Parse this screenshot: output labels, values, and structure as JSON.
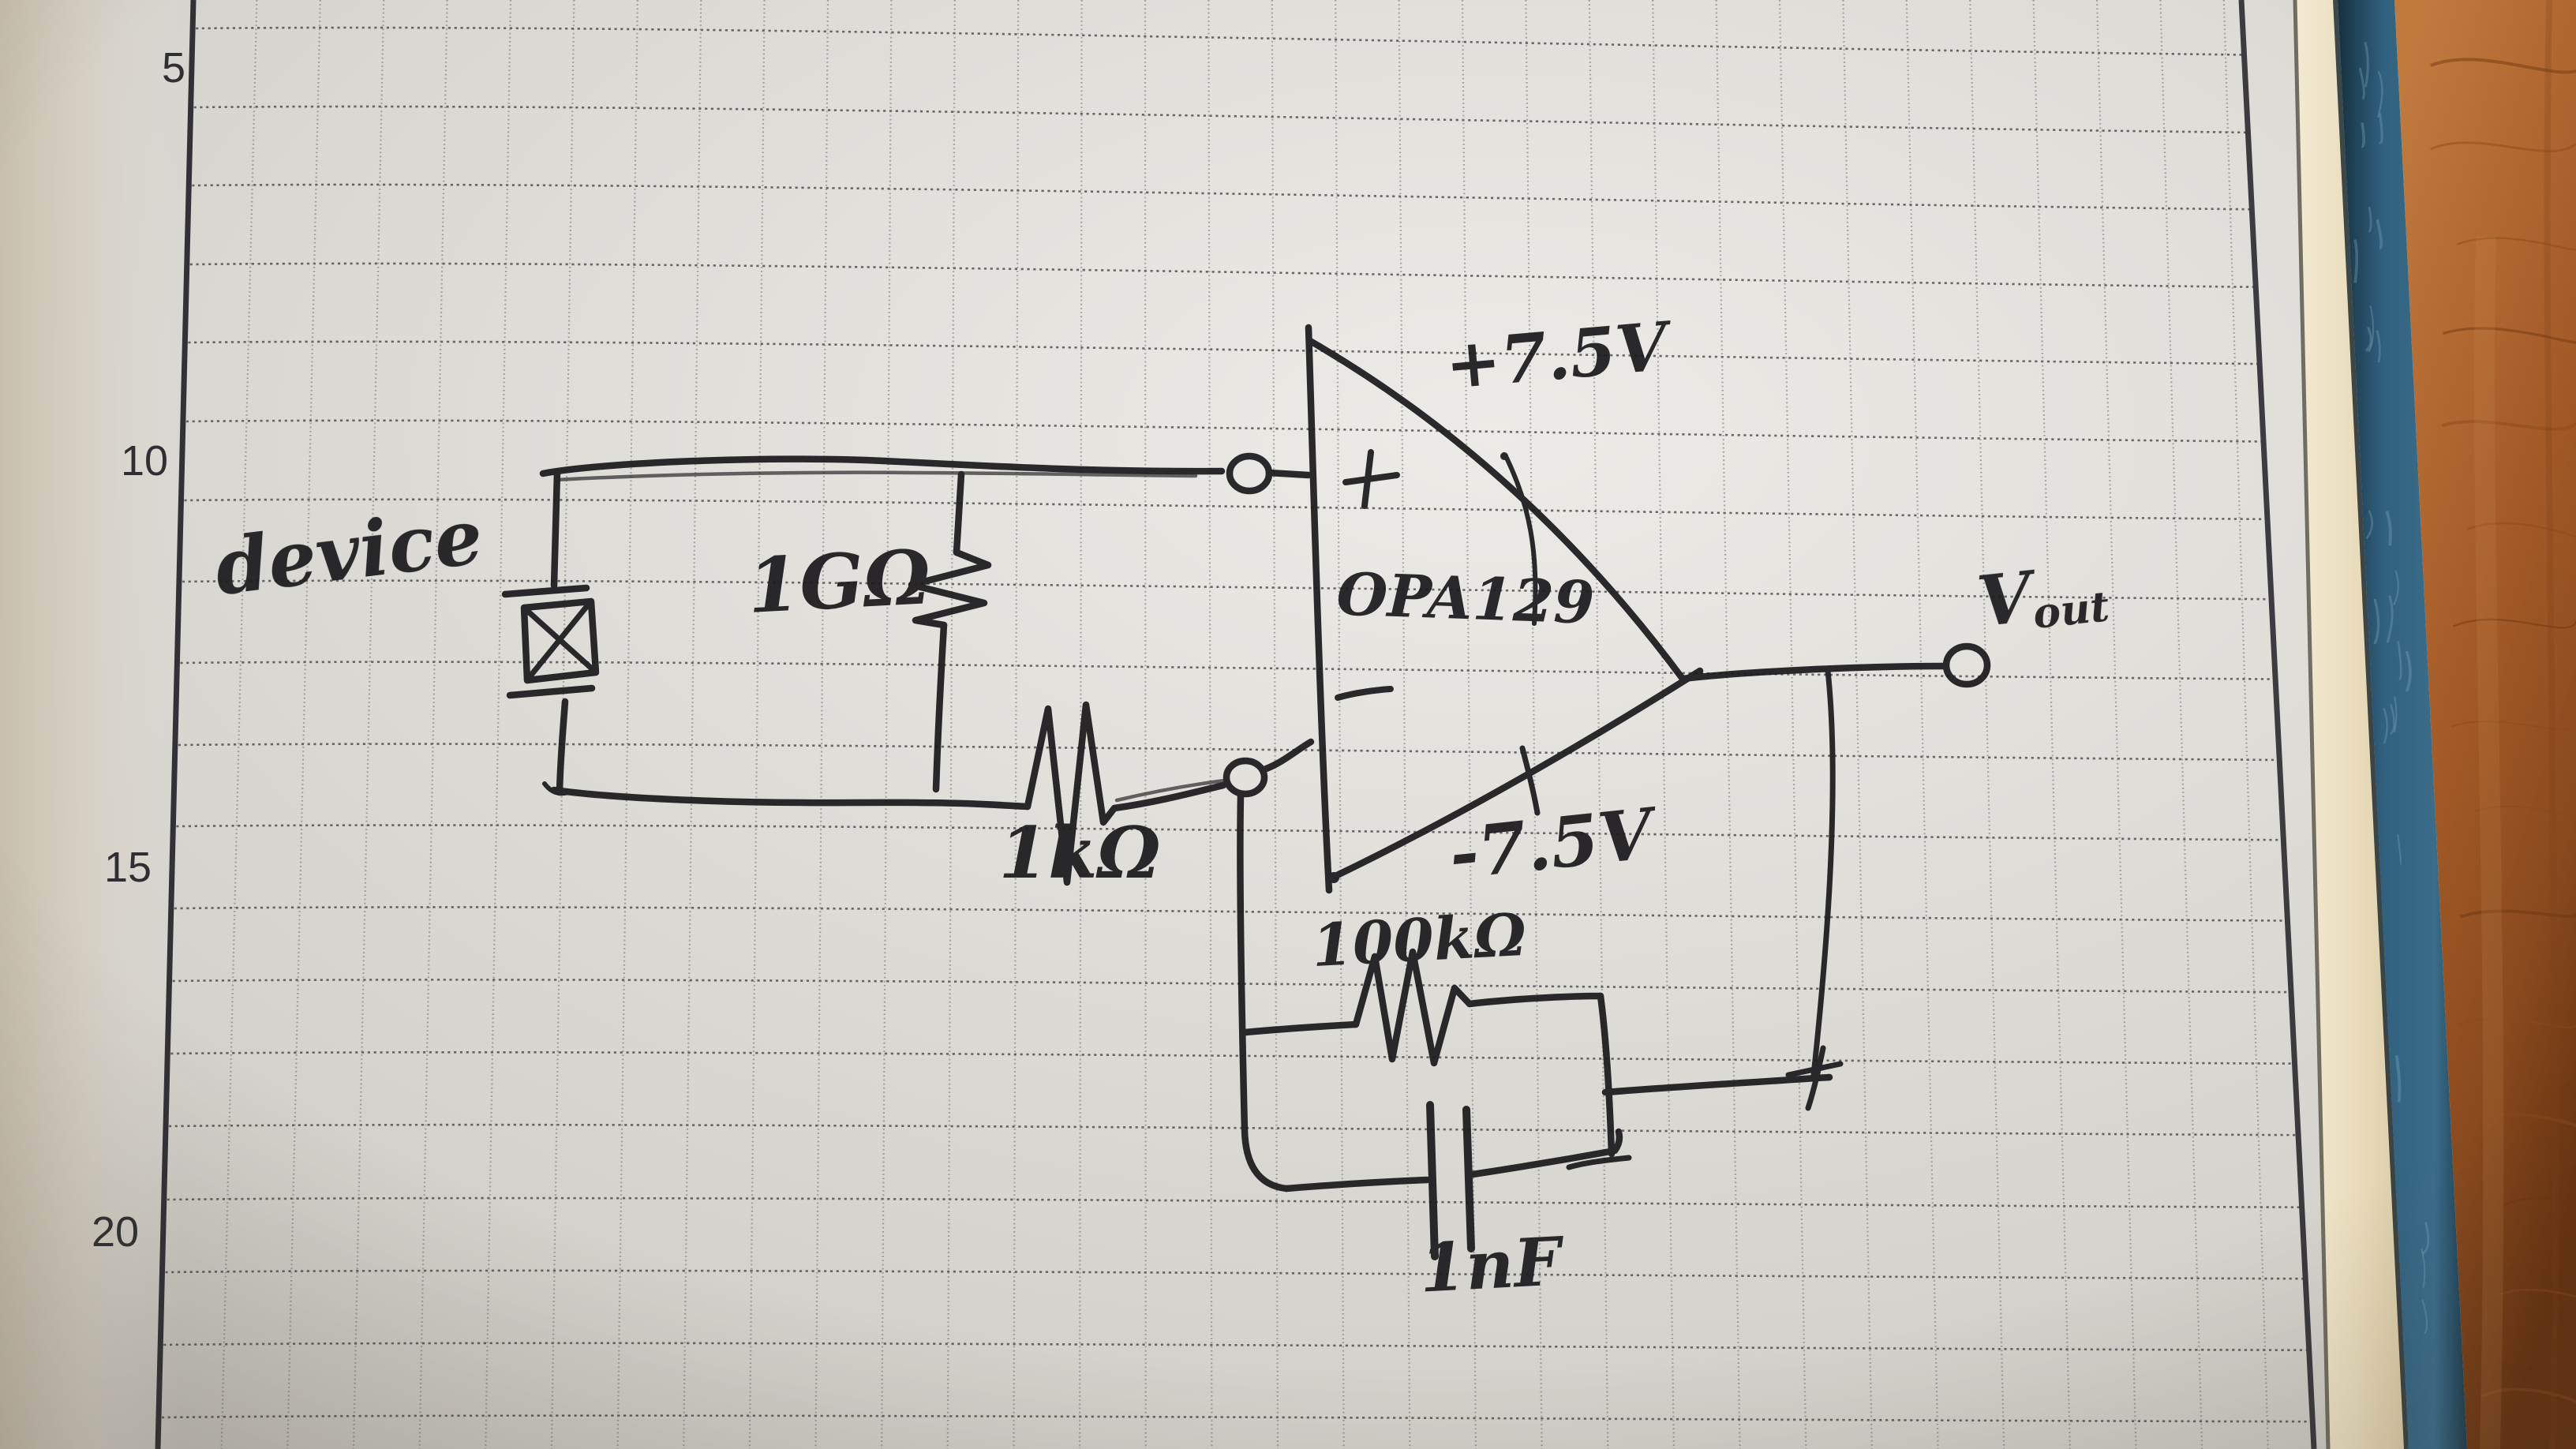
{
  "notebook": {
    "margin_numbers": [
      "5",
      "10",
      "15",
      "20"
    ]
  },
  "circuit": {
    "labels": {
      "device": "device",
      "input_resistor": "1GΩ",
      "series_resistor": "1kΩ",
      "opamp": "OPA129",
      "positive_supply": "+7.5V",
      "negative_supply": "-7.5V",
      "feedback_resistor": "100kΩ",
      "feedback_capacitor": "1nF",
      "output_main": "V",
      "output_sub": "out",
      "noninverting_sign": "+",
      "inverting_sign": "−"
    }
  },
  "colors": {
    "ink": "#1c1b1e",
    "paper": "#dfddd8",
    "grid_line": "#77777c",
    "dotted_rule": "#3e3e42",
    "margin_ruling": "#1f1f26",
    "wood_desk": "#a05a28",
    "book_cloth": "#30617f",
    "page_edge": "#e9dcbc"
  }
}
